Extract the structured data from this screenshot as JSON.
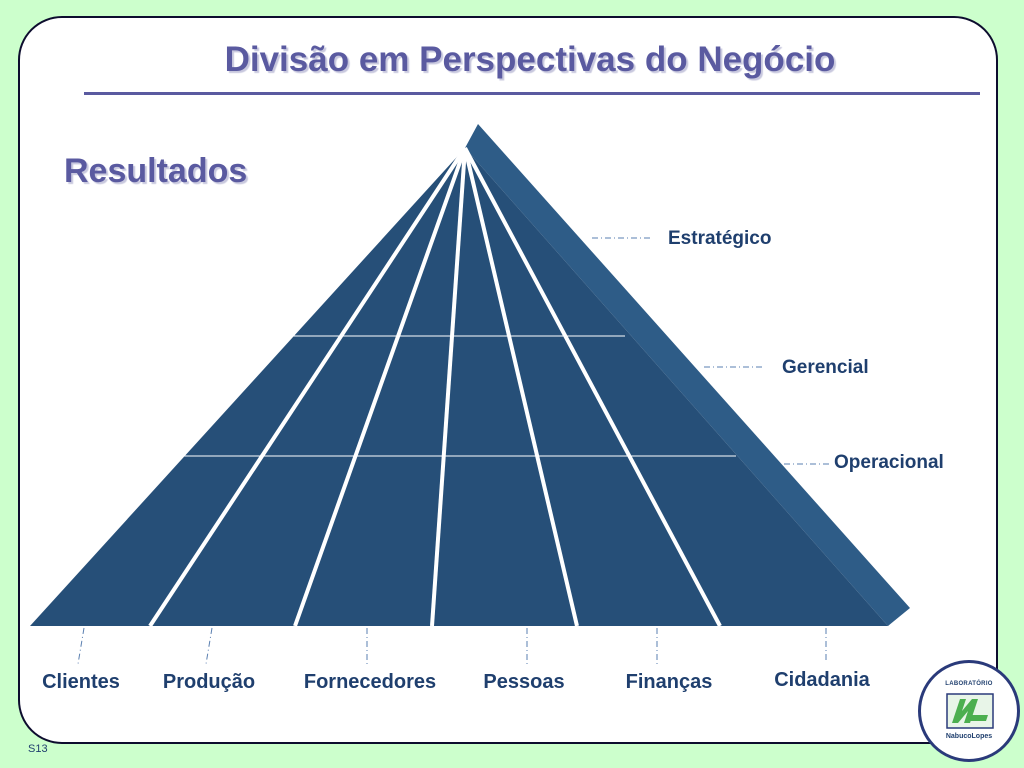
{
  "slide": {
    "title": "Divisão em Perspectivas do Negócio",
    "subtitle": "Resultados",
    "slide_number": "S13"
  },
  "levels": [
    {
      "label": "Estratégico"
    },
    {
      "label": "Gerencial"
    },
    {
      "label": "Operacional"
    }
  ],
  "perspectives": [
    {
      "label": "Clientes"
    },
    {
      "label": "Produção"
    },
    {
      "label": "Fornecedores"
    },
    {
      "label": "Pessoas"
    },
    {
      "label": "Finanças"
    },
    {
      "label": "Cidadania"
    }
  ],
  "logo": {
    "top_text": "LABORATÓRIO",
    "bottom_text": "NabucoLopes"
  },
  "colors": {
    "background": "#ccffcc",
    "accent": "#5a5aa0",
    "pyramid_face": "#264f78",
    "pyramid_side": "#2e5c87",
    "text": "#1f3f6e",
    "logo_green": "#4caf50"
  }
}
